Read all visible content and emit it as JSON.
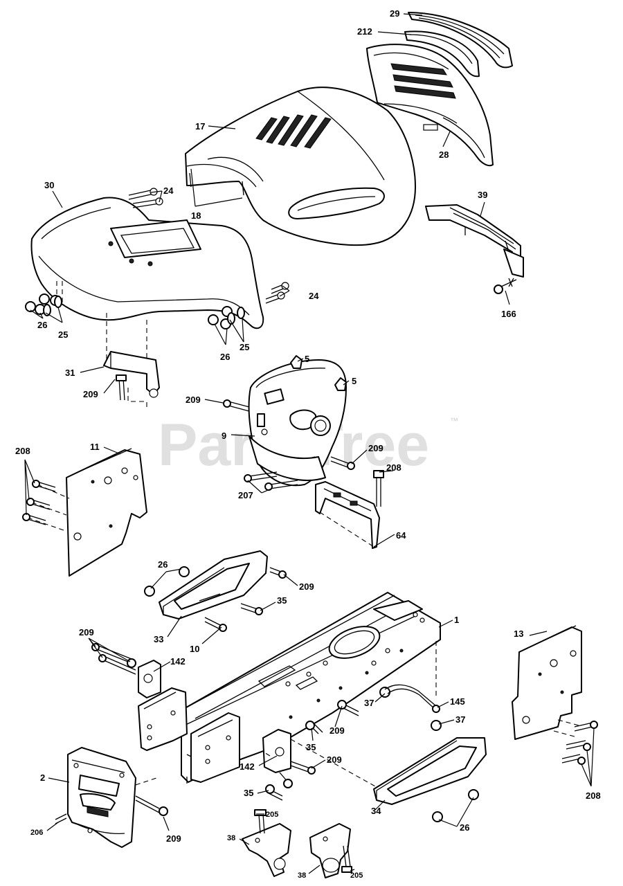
{
  "watermark": {
    "text": "PartsTree",
    "trademark": "™"
  },
  "callouts": [
    {
      "id": "c29",
      "text": "29"
    },
    {
      "id": "c212",
      "text": "212"
    },
    {
      "id": "c17",
      "text": "17"
    },
    {
      "id": "c28",
      "text": "28"
    },
    {
      "id": "c18",
      "text": "18"
    },
    {
      "id": "c30",
      "text": "30"
    },
    {
      "id": "c24a",
      "text": "24"
    },
    {
      "id": "c24b",
      "text": "24"
    },
    {
      "id": "c39",
      "text": "39"
    },
    {
      "id": "c166",
      "text": "166"
    },
    {
      "id": "c26a",
      "text": "26"
    },
    {
      "id": "c25a",
      "text": "25"
    },
    {
      "id": "c26b",
      "text": "26"
    },
    {
      "id": "c25b",
      "text": "25"
    },
    {
      "id": "c31",
      "text": "31"
    },
    {
      "id": "c209a",
      "text": "209"
    },
    {
      "id": "c5a",
      "text": "5"
    },
    {
      "id": "c5b",
      "text": "5"
    },
    {
      "id": "c209b",
      "text": "209"
    },
    {
      "id": "c9",
      "text": "9"
    },
    {
      "id": "c209c",
      "text": "209"
    },
    {
      "id": "c208a",
      "text": "208"
    },
    {
      "id": "c11",
      "text": "11"
    },
    {
      "id": "c208b",
      "text": "208"
    },
    {
      "id": "c207",
      "text": "207"
    },
    {
      "id": "c64",
      "text": "64"
    },
    {
      "id": "c26c",
      "text": "26"
    },
    {
      "id": "c209d",
      "text": "209"
    },
    {
      "id": "c35a",
      "text": "35"
    },
    {
      "id": "c33",
      "text": "33"
    },
    {
      "id": "c10",
      "text": "10"
    },
    {
      "id": "c1",
      "text": "1"
    },
    {
      "id": "c13",
      "text": "13"
    },
    {
      "id": "c209e",
      "text": "209"
    },
    {
      "id": "c142a",
      "text": "142"
    },
    {
      "id": "c37a",
      "text": "37"
    },
    {
      "id": "c145",
      "text": "145"
    },
    {
      "id": "c37b",
      "text": "37"
    },
    {
      "id": "c209f",
      "text": "209"
    },
    {
      "id": "c35b",
      "text": "35"
    },
    {
      "id": "c142b",
      "text": "142"
    },
    {
      "id": "c209g",
      "text": "209"
    },
    {
      "id": "c2",
      "text": "2"
    },
    {
      "id": "c35c",
      "text": "35"
    },
    {
      "id": "c34",
      "text": "34"
    },
    {
      "id": "c26d",
      "text": "26"
    },
    {
      "id": "c208c",
      "text": "208"
    },
    {
      "id": "c206",
      "text": "206"
    },
    {
      "id": "c209h",
      "text": "209"
    },
    {
      "id": "c205a",
      "text": "205"
    },
    {
      "id": "c38a",
      "text": "38"
    },
    {
      "id": "c38b",
      "text": "38"
    },
    {
      "id": "c205b",
      "text": "205"
    }
  ]
}
